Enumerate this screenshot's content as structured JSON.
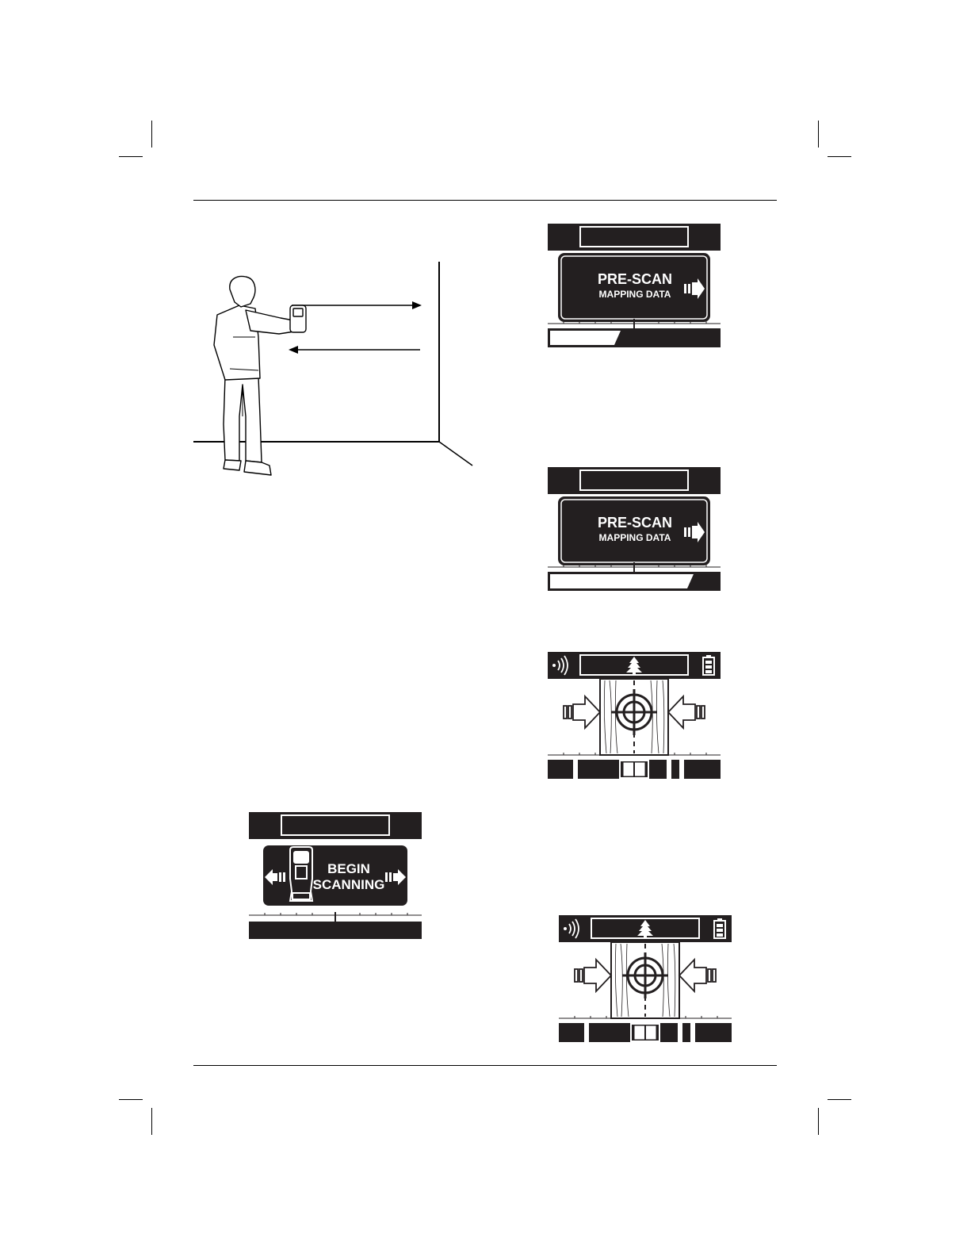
{
  "screens": {
    "prescan_1": {
      "title": "PRE-SCAN",
      "subtitle": "MAPPING DATA",
      "progress": 0.4
    },
    "prescan_2": {
      "title": "PRE-SCAN",
      "subtitle": "MAPPING DATA",
      "progress": 0.85
    },
    "begin": {
      "line1": "BEGIN",
      "line2": "SCANNING"
    }
  },
  "icons": [
    "signal-icon",
    "tree-icon",
    "battery-icon",
    "arrow-right-icon",
    "arrow-left-icon",
    "target-icon",
    "scanner-icon"
  ]
}
